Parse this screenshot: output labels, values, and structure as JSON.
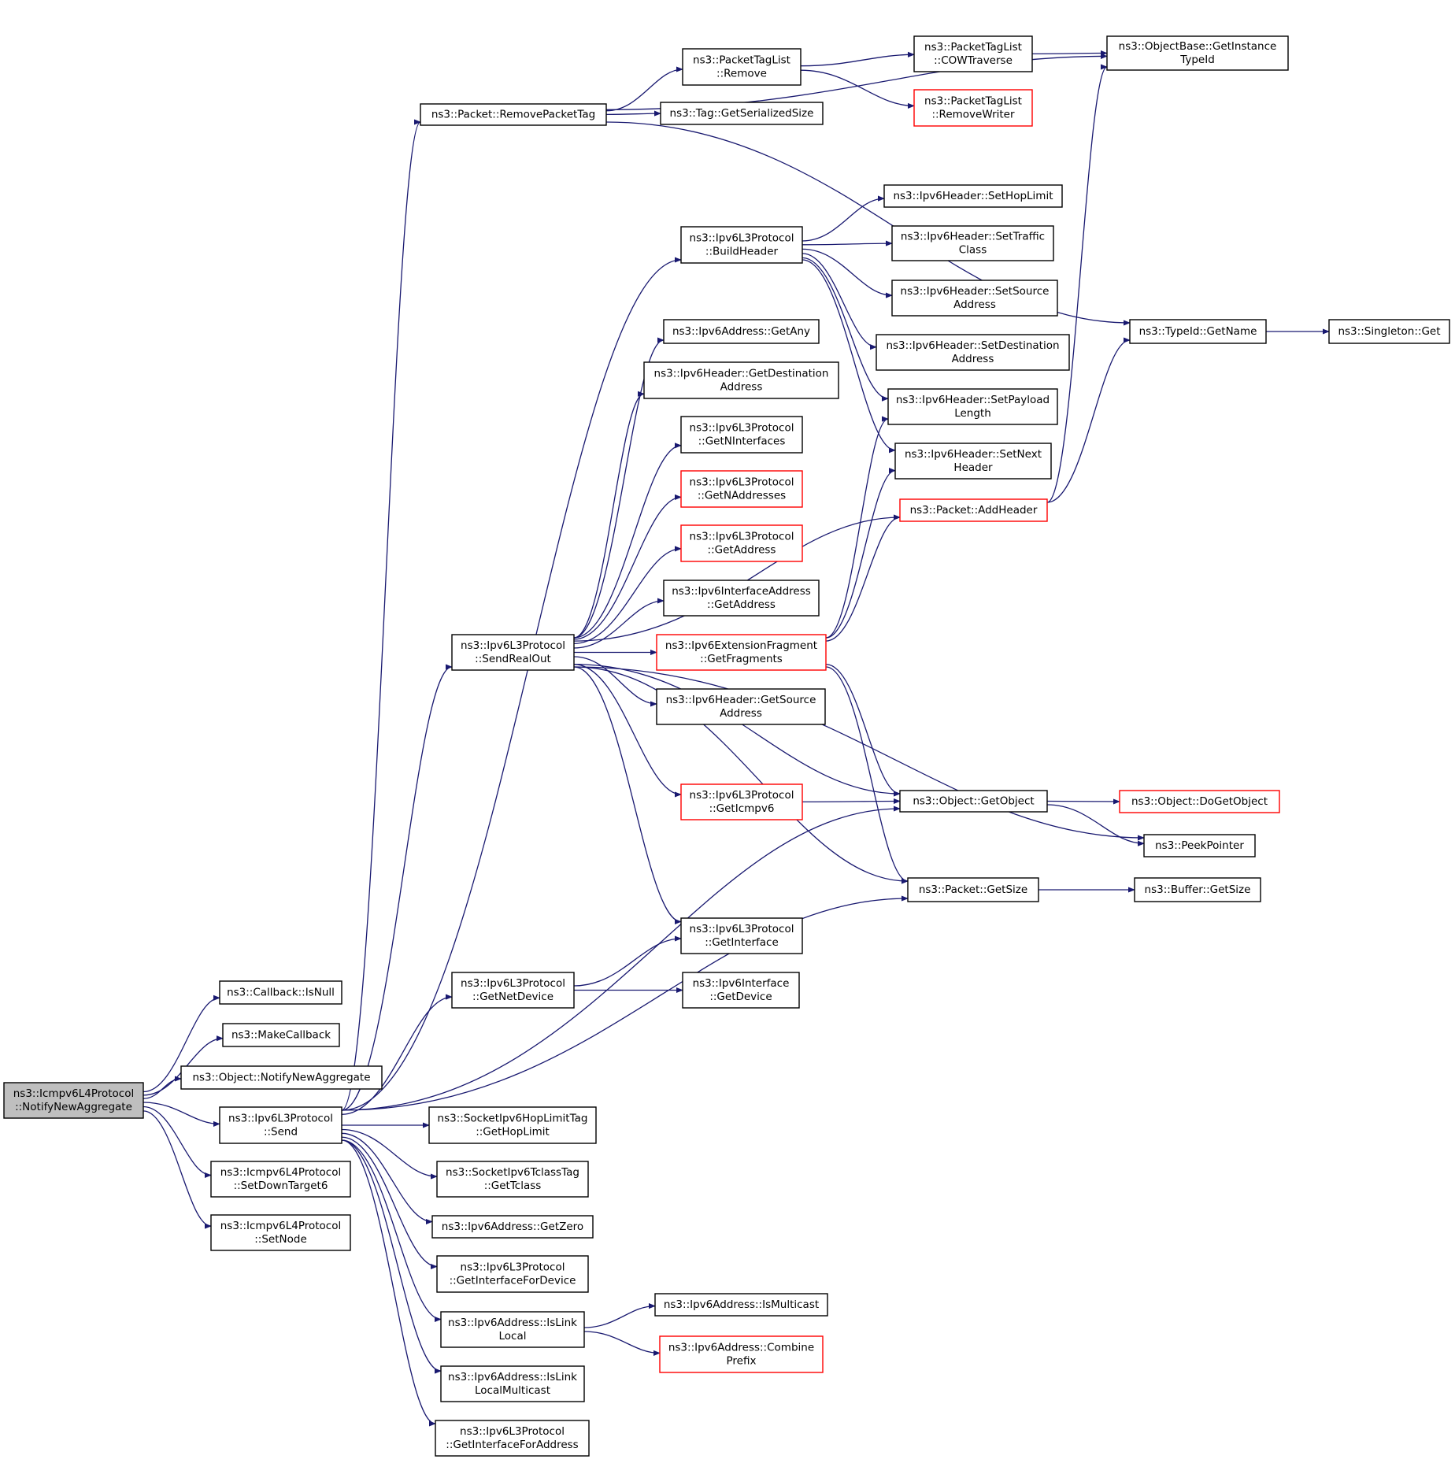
{
  "colors": {
    "edge": "#191970",
    "box_stroke": "#000000",
    "box_stroke_incomplete": "#ff0000",
    "root_fill": "#bfbfbf",
    "box_fill": "#ffffff"
  },
  "nodes": [
    {
      "id": "root",
      "lines": [
        "ns3::Icmpv6L4Protocol",
        "::NotifyNewAggregate"
      ],
      "kind": "root"
    },
    {
      "id": "callback_isnull",
      "lines": [
        "ns3::Callback::IsNull"
      ],
      "kind": "normal"
    },
    {
      "id": "makecallback",
      "lines": [
        "ns3::MakeCallback"
      ],
      "kind": "normal"
    },
    {
      "id": "obj_notify",
      "lines": [
        "ns3::Object::NotifyNewAggregate"
      ],
      "kind": "normal"
    },
    {
      "id": "l3_send",
      "lines": [
        "ns3::Ipv6L3Protocol",
        "::Send"
      ],
      "kind": "normal"
    },
    {
      "id": "setdowntarget6",
      "lines": [
        "ns3::Icmpv6L4Protocol",
        "::SetDownTarget6"
      ],
      "kind": "normal"
    },
    {
      "id": "setnode",
      "lines": [
        "ns3::Icmpv6L4Protocol",
        "::SetNode"
      ],
      "kind": "normal"
    },
    {
      "id": "removepackettag",
      "lines": [
        "ns3::Packet::RemovePacketTag"
      ],
      "kind": "normal"
    },
    {
      "id": "ptl_remove",
      "lines": [
        "ns3::PacketTagList",
        "::Remove"
      ],
      "kind": "normal"
    },
    {
      "id": "tag_getsersize",
      "lines": [
        "ns3::Tag::GetSerializedSize"
      ],
      "kind": "normal"
    },
    {
      "id": "ptl_cow",
      "lines": [
        "ns3::PacketTagList",
        "::COWTraverse"
      ],
      "kind": "normal"
    },
    {
      "id": "ptl_removewriter",
      "lines": [
        "ns3::PacketTagList",
        "::RemoveWriter"
      ],
      "kind": "incomplete"
    },
    {
      "id": "objbase_gitid",
      "lines": [
        "ns3::ObjectBase::GetInstance",
        "TypeId"
      ],
      "kind": "normal"
    },
    {
      "id": "typeid_getname",
      "lines": [
        "ns3::TypeId::GetName"
      ],
      "kind": "normal"
    },
    {
      "id": "singleton_get",
      "lines": [
        "ns3::Singleton::Get"
      ],
      "kind": "normal"
    },
    {
      "id": "l3_buildheader",
      "lines": [
        "ns3::Ipv6L3Protocol",
        "::BuildHeader"
      ],
      "kind": "normal"
    },
    {
      "id": "h_sethoplimit",
      "lines": [
        "ns3::Ipv6Header::SetHopLimit"
      ],
      "kind": "normal"
    },
    {
      "id": "h_settraffic",
      "lines": [
        "ns3::Ipv6Header::SetTraffic",
        "Class"
      ],
      "kind": "normal"
    },
    {
      "id": "h_setsource",
      "lines": [
        "ns3::Ipv6Header::SetSource",
        "Address"
      ],
      "kind": "normal"
    },
    {
      "id": "h_setdest",
      "lines": [
        "ns3::Ipv6Header::SetDestination",
        "Address"
      ],
      "kind": "normal"
    },
    {
      "id": "h_setpayload",
      "lines": [
        "ns3::Ipv6Header::SetPayload",
        "Length"
      ],
      "kind": "normal"
    },
    {
      "id": "h_setnext",
      "lines": [
        "ns3::Ipv6Header::SetNext",
        "Header"
      ],
      "kind": "normal"
    },
    {
      "id": "pkt_addheader",
      "lines": [
        "ns3::Packet::AddHeader"
      ],
      "kind": "incomplete"
    },
    {
      "id": "addr_getany",
      "lines": [
        "ns3::Ipv6Address::GetAny"
      ],
      "kind": "normal"
    },
    {
      "id": "h_getdest",
      "lines": [
        "ns3::Ipv6Header::GetDestination",
        "Address"
      ],
      "kind": "normal"
    },
    {
      "id": "l3_getninterfaces",
      "lines": [
        "ns3::Ipv6L3Protocol",
        "::GetNInterfaces"
      ],
      "kind": "normal"
    },
    {
      "id": "l3_getnaddresses",
      "lines": [
        "ns3::Ipv6L3Protocol",
        "::GetNAddresses"
      ],
      "kind": "incomplete"
    },
    {
      "id": "l3_getaddress",
      "lines": [
        "ns3::Ipv6L3Protocol",
        "::GetAddress"
      ],
      "kind": "incomplete"
    },
    {
      "id": "ifaddr_getaddress",
      "lines": [
        "ns3::Ipv6InterfaceAddress",
        "::GetAddress"
      ],
      "kind": "normal"
    },
    {
      "id": "l3_sendrealout",
      "lines": [
        "ns3::Ipv6L3Protocol",
        "::SendRealOut"
      ],
      "kind": "normal"
    },
    {
      "id": "extfrag_getfrags",
      "lines": [
        "ns3::Ipv6ExtensionFragment",
        "::GetFragments"
      ],
      "kind": "incomplete"
    },
    {
      "id": "h_getsource",
      "lines": [
        "ns3::Ipv6Header::GetSource",
        "Address"
      ],
      "kind": "normal"
    },
    {
      "id": "l3_geticmpv6",
      "lines": [
        "ns3::Ipv6L3Protocol",
        "::GetIcmpv6"
      ],
      "kind": "incomplete"
    },
    {
      "id": "obj_getobject",
      "lines": [
        "ns3::Object::GetObject"
      ],
      "kind": "normal"
    },
    {
      "id": "obj_dogetobject",
      "lines": [
        "ns3::Object::DoGetObject"
      ],
      "kind": "incomplete"
    },
    {
      "id": "peekpointer",
      "lines": [
        "ns3::PeekPointer"
      ],
      "kind": "normal"
    },
    {
      "id": "pkt_getsize",
      "lines": [
        "ns3::Packet::GetSize"
      ],
      "kind": "normal"
    },
    {
      "id": "buf_getsize",
      "lines": [
        "ns3::Buffer::GetSize"
      ],
      "kind": "normal"
    },
    {
      "id": "l3_getinterface",
      "lines": [
        "ns3::Ipv6L3Protocol",
        "::GetInterface"
      ],
      "kind": "normal"
    },
    {
      "id": "l3_getnetdevice",
      "lines": [
        "ns3::Ipv6L3Protocol",
        "::GetNetDevice"
      ],
      "kind": "normal"
    },
    {
      "id": "if_getdevice",
      "lines": [
        "ns3::Ipv6Interface",
        "::GetDevice"
      ],
      "kind": "normal"
    },
    {
      "id": "hoplimittag",
      "lines": [
        "ns3::SocketIpv6HopLimitTag",
        "::GetHopLimit"
      ],
      "kind": "normal"
    },
    {
      "id": "tclasstag",
      "lines": [
        "ns3::SocketIpv6TclassTag",
        "::GetTclass"
      ],
      "kind": "normal"
    },
    {
      "id": "addr_getzero",
      "lines": [
        "ns3::Ipv6Address::GetZero"
      ],
      "kind": "normal"
    },
    {
      "id": "l3_getiffordevice",
      "lines": [
        "ns3::Ipv6L3Protocol",
        "::GetInterfaceForDevice"
      ],
      "kind": "normal"
    },
    {
      "id": "addr_islinklocal",
      "lines": [
        "ns3::Ipv6Address::IsLink",
        "Local"
      ],
      "kind": "normal"
    },
    {
      "id": "addr_ismulticast",
      "lines": [
        "ns3::Ipv6Address::IsMulticast"
      ],
      "kind": "normal"
    },
    {
      "id": "addr_combineprefix",
      "lines": [
        "ns3::Ipv6Address::Combine",
        "Prefix"
      ],
      "kind": "incomplete"
    },
    {
      "id": "addr_islinklocalmc",
      "lines": [
        "ns3::Ipv6Address::IsLink",
        "LocalMulticast"
      ],
      "kind": "normal"
    },
    {
      "id": "l3_getifforaddress",
      "lines": [
        "ns3::Ipv6L3Protocol",
        "::GetInterfaceForAddress"
      ],
      "kind": "normal"
    }
  ],
  "edges": [
    [
      "root",
      "callback_isnull"
    ],
    [
      "root",
      "makecallback"
    ],
    [
      "root",
      "obj_notify"
    ],
    [
      "root",
      "l3_send"
    ],
    [
      "root",
      "setdowntarget6"
    ],
    [
      "root",
      "setnode"
    ],
    [
      "l3_send",
      "removepackettag"
    ],
    [
      "l3_send",
      "l3_buildheader"
    ],
    [
      "l3_send",
      "l3_sendrealout"
    ],
    [
      "l3_send",
      "l3_getnetdevice"
    ],
    [
      "l3_send",
      "obj_getobject"
    ],
    [
      "l3_send",
      "pkt_getsize"
    ],
    [
      "l3_send",
      "hoplimittag"
    ],
    [
      "l3_send",
      "tclasstag"
    ],
    [
      "l3_send",
      "addr_getzero"
    ],
    [
      "l3_send",
      "l3_getiffordevice"
    ],
    [
      "l3_send",
      "addr_islinklocal"
    ],
    [
      "l3_send",
      "addr_islinklocalmc"
    ],
    [
      "l3_send",
      "l3_getifforaddress"
    ],
    [
      "removepackettag",
      "ptl_remove"
    ],
    [
      "removepackettag",
      "tag_getsersize"
    ],
    [
      "removepackettag",
      "objbase_gitid"
    ],
    [
      "removepackettag",
      "typeid_getname"
    ],
    [
      "ptl_remove",
      "ptl_cow"
    ],
    [
      "ptl_remove",
      "ptl_removewriter"
    ],
    [
      "ptl_cow",
      "objbase_gitid"
    ],
    [
      "typeid_getname",
      "singleton_get"
    ],
    [
      "l3_buildheader",
      "h_sethoplimit"
    ],
    [
      "l3_buildheader",
      "h_settraffic"
    ],
    [
      "l3_buildheader",
      "h_setsource"
    ],
    [
      "l3_buildheader",
      "h_setdest"
    ],
    [
      "l3_buildheader",
      "h_setpayload"
    ],
    [
      "l3_buildheader",
      "h_setnext"
    ],
    [
      "pkt_addheader",
      "objbase_gitid"
    ],
    [
      "pkt_addheader",
      "typeid_getname"
    ],
    [
      "l3_sendrealout",
      "pkt_addheader"
    ],
    [
      "l3_sendrealout",
      "addr_getany"
    ],
    [
      "l3_sendrealout",
      "h_getdest"
    ],
    [
      "l3_sendrealout",
      "l3_getninterfaces"
    ],
    [
      "l3_sendrealout",
      "l3_getnaddresses"
    ],
    [
      "l3_sendrealout",
      "l3_getaddress"
    ],
    [
      "l3_sendrealout",
      "ifaddr_getaddress"
    ],
    [
      "l3_sendrealout",
      "extfrag_getfrags"
    ],
    [
      "l3_sendrealout",
      "h_getsource"
    ],
    [
      "l3_sendrealout",
      "l3_geticmpv6"
    ],
    [
      "l3_sendrealout",
      "obj_getobject"
    ],
    [
      "l3_sendrealout",
      "peekpointer"
    ],
    [
      "l3_sendrealout",
      "pkt_getsize"
    ],
    [
      "l3_sendrealout",
      "l3_getinterface"
    ],
    [
      "extfrag_getfrags",
      "h_setpayload"
    ],
    [
      "extfrag_getfrags",
      "h_setnext"
    ],
    [
      "extfrag_getfrags",
      "pkt_addheader"
    ],
    [
      "extfrag_getfrags",
      "obj_getobject"
    ],
    [
      "extfrag_getfrags",
      "pkt_getsize"
    ],
    [
      "l3_geticmpv6",
      "obj_getobject"
    ],
    [
      "obj_getobject",
      "obj_dogetobject"
    ],
    [
      "obj_getobject",
      "peekpointer"
    ],
    [
      "pkt_getsize",
      "buf_getsize"
    ],
    [
      "l3_getnetdevice",
      "l3_getinterface"
    ],
    [
      "l3_getnetdevice",
      "if_getdevice"
    ],
    [
      "addr_islinklocal",
      "addr_ismulticast"
    ],
    [
      "addr_islinklocal",
      "addr_combineprefix"
    ]
  ]
}
